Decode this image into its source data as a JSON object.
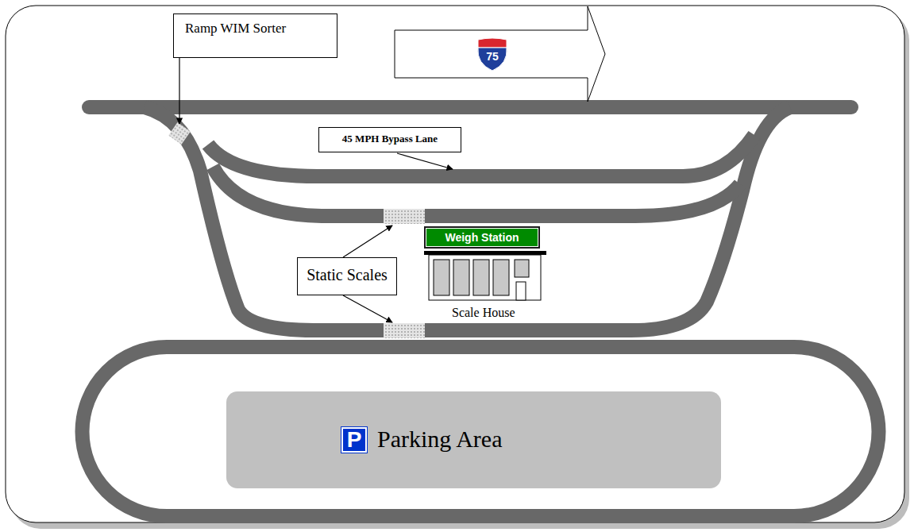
{
  "diagram": {
    "nodes": [
      {
        "text": [
          "Ramp WIM Sorter"
        ]
      },
      {
        "text": [
          "75"
        ]
      },
      {
        "text": [
          "45 MPH Bypass Lane"
        ]
      },
      {
        "text": [
          "Static Scales"
        ]
      },
      {
        "text": [
          "Weigh Station"
        ]
      },
      {
        "text": [
          "Parking Area"
        ]
      },
      {
        "text": [
          "P"
        ],
        "in": 5
      }
    ],
    "labels": [
      "Scale House"
    ]
  }
}
